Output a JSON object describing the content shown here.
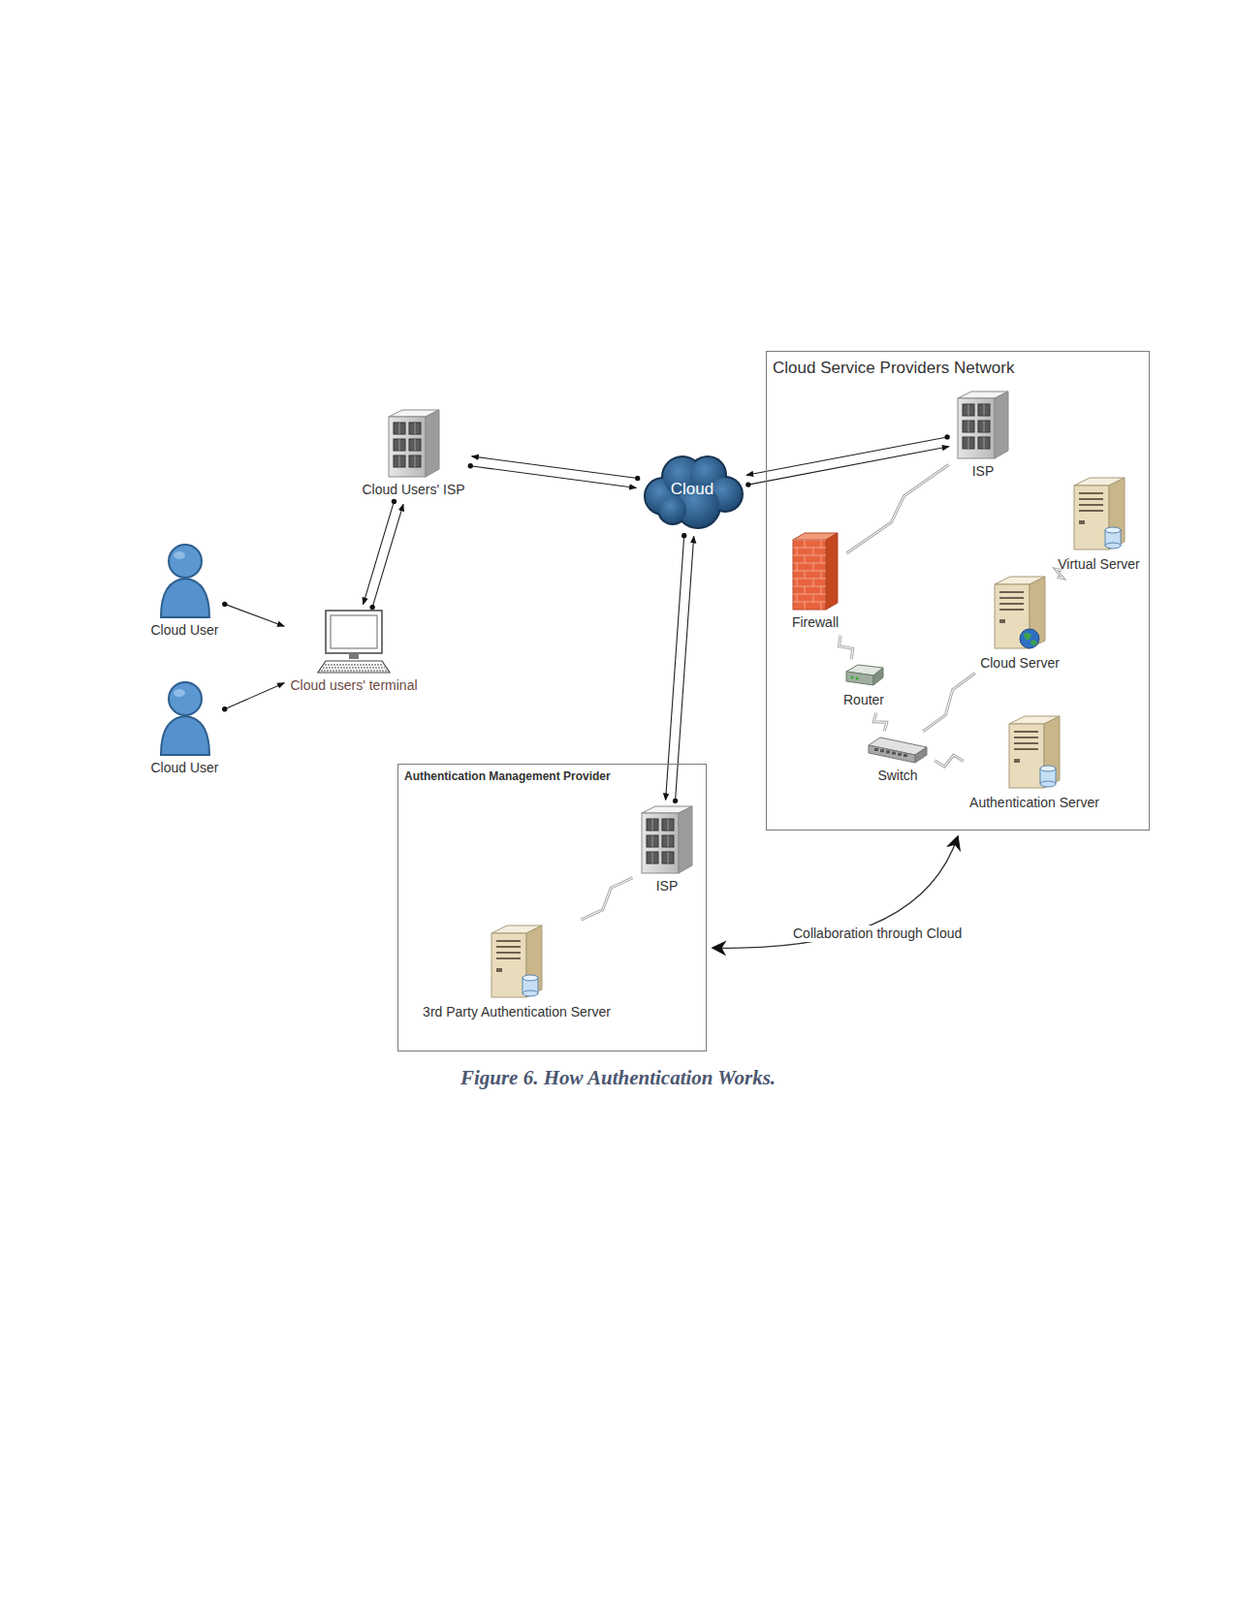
{
  "diagram": {
    "caption": "Figure 6. How Authentication Works.",
    "nodes": [
      {
        "text": [
          "Cloud Users' ISP"
        ]
      },
      {
        "text": [
          "Cloud"
        ]
      },
      {
        "text": [
          "Cloud Service Providers Network"
        ]
      },
      {
        "text": [
          "ISP"
        ],
        "in": 2
      },
      {
        "text": [
          "Firewall"
        ],
        "in": 2
      },
      {
        "text": [
          "Virtual Server"
        ],
        "in": 2
      },
      {
        "text": [
          "Cloud Server"
        ],
        "in": 2
      },
      {
        "text": [
          "Router"
        ],
        "in": 2
      },
      {
        "text": [
          "Switch"
        ],
        "in": 2
      },
      {
        "text": [
          "Authentication Server"
        ],
        "in": 2
      },
      {
        "text": [
          "Cloud User"
        ]
      },
      {
        "text": [
          "Cloud User"
        ]
      },
      {
        "text": [
          "Cloud users' terminal"
        ]
      },
      {
        "text": [
          "Authentication Management Provider"
        ]
      },
      {
        "text": [
          "ISP"
        ],
        "in": 13
      },
      {
        "text": [
          "3rd Party Authentication Server"
        ],
        "in": 13
      }
    ],
    "edges": [
      {
        "from": 0,
        "to": 1,
        "arrow": "to"
      },
      {
        "from": 1,
        "to": 0,
        "arrow": "to"
      },
      {
        "from": 1,
        "to": 3,
        "arrow": "to"
      },
      {
        "from": 3,
        "to": 1,
        "arrow": "to"
      },
      {
        "from": 1,
        "to": 14,
        "arrow": "to"
      },
      {
        "from": 14,
        "to": 1,
        "arrow": "to"
      },
      {
        "from": 12,
        "to": 0,
        "arrow": "to"
      },
      {
        "from": 0,
        "to": 12,
        "arrow": "to"
      },
      {
        "from": 10,
        "to": 12,
        "arrow": "to"
      },
      {
        "from": 11,
        "to": 12,
        "arrow": "to"
      },
      {
        "from": 3,
        "to": 4,
        "arrow": "none"
      },
      {
        "from": 4,
        "to": 7,
        "arrow": "none"
      },
      {
        "from": 7,
        "to": 8,
        "arrow": "none"
      },
      {
        "from": 8,
        "to": 6,
        "arrow": "none"
      },
      {
        "from": 6,
        "to": 5,
        "arrow": "none"
      },
      {
        "from": 8,
        "to": 9,
        "arrow": "none"
      },
      {
        "from": 14,
        "to": 15,
        "arrow": "none"
      },
      {
        "from": 2,
        "to": 13,
        "label": "Collaboration through Cloud",
        "arrow": "both"
      }
    ]
  }
}
